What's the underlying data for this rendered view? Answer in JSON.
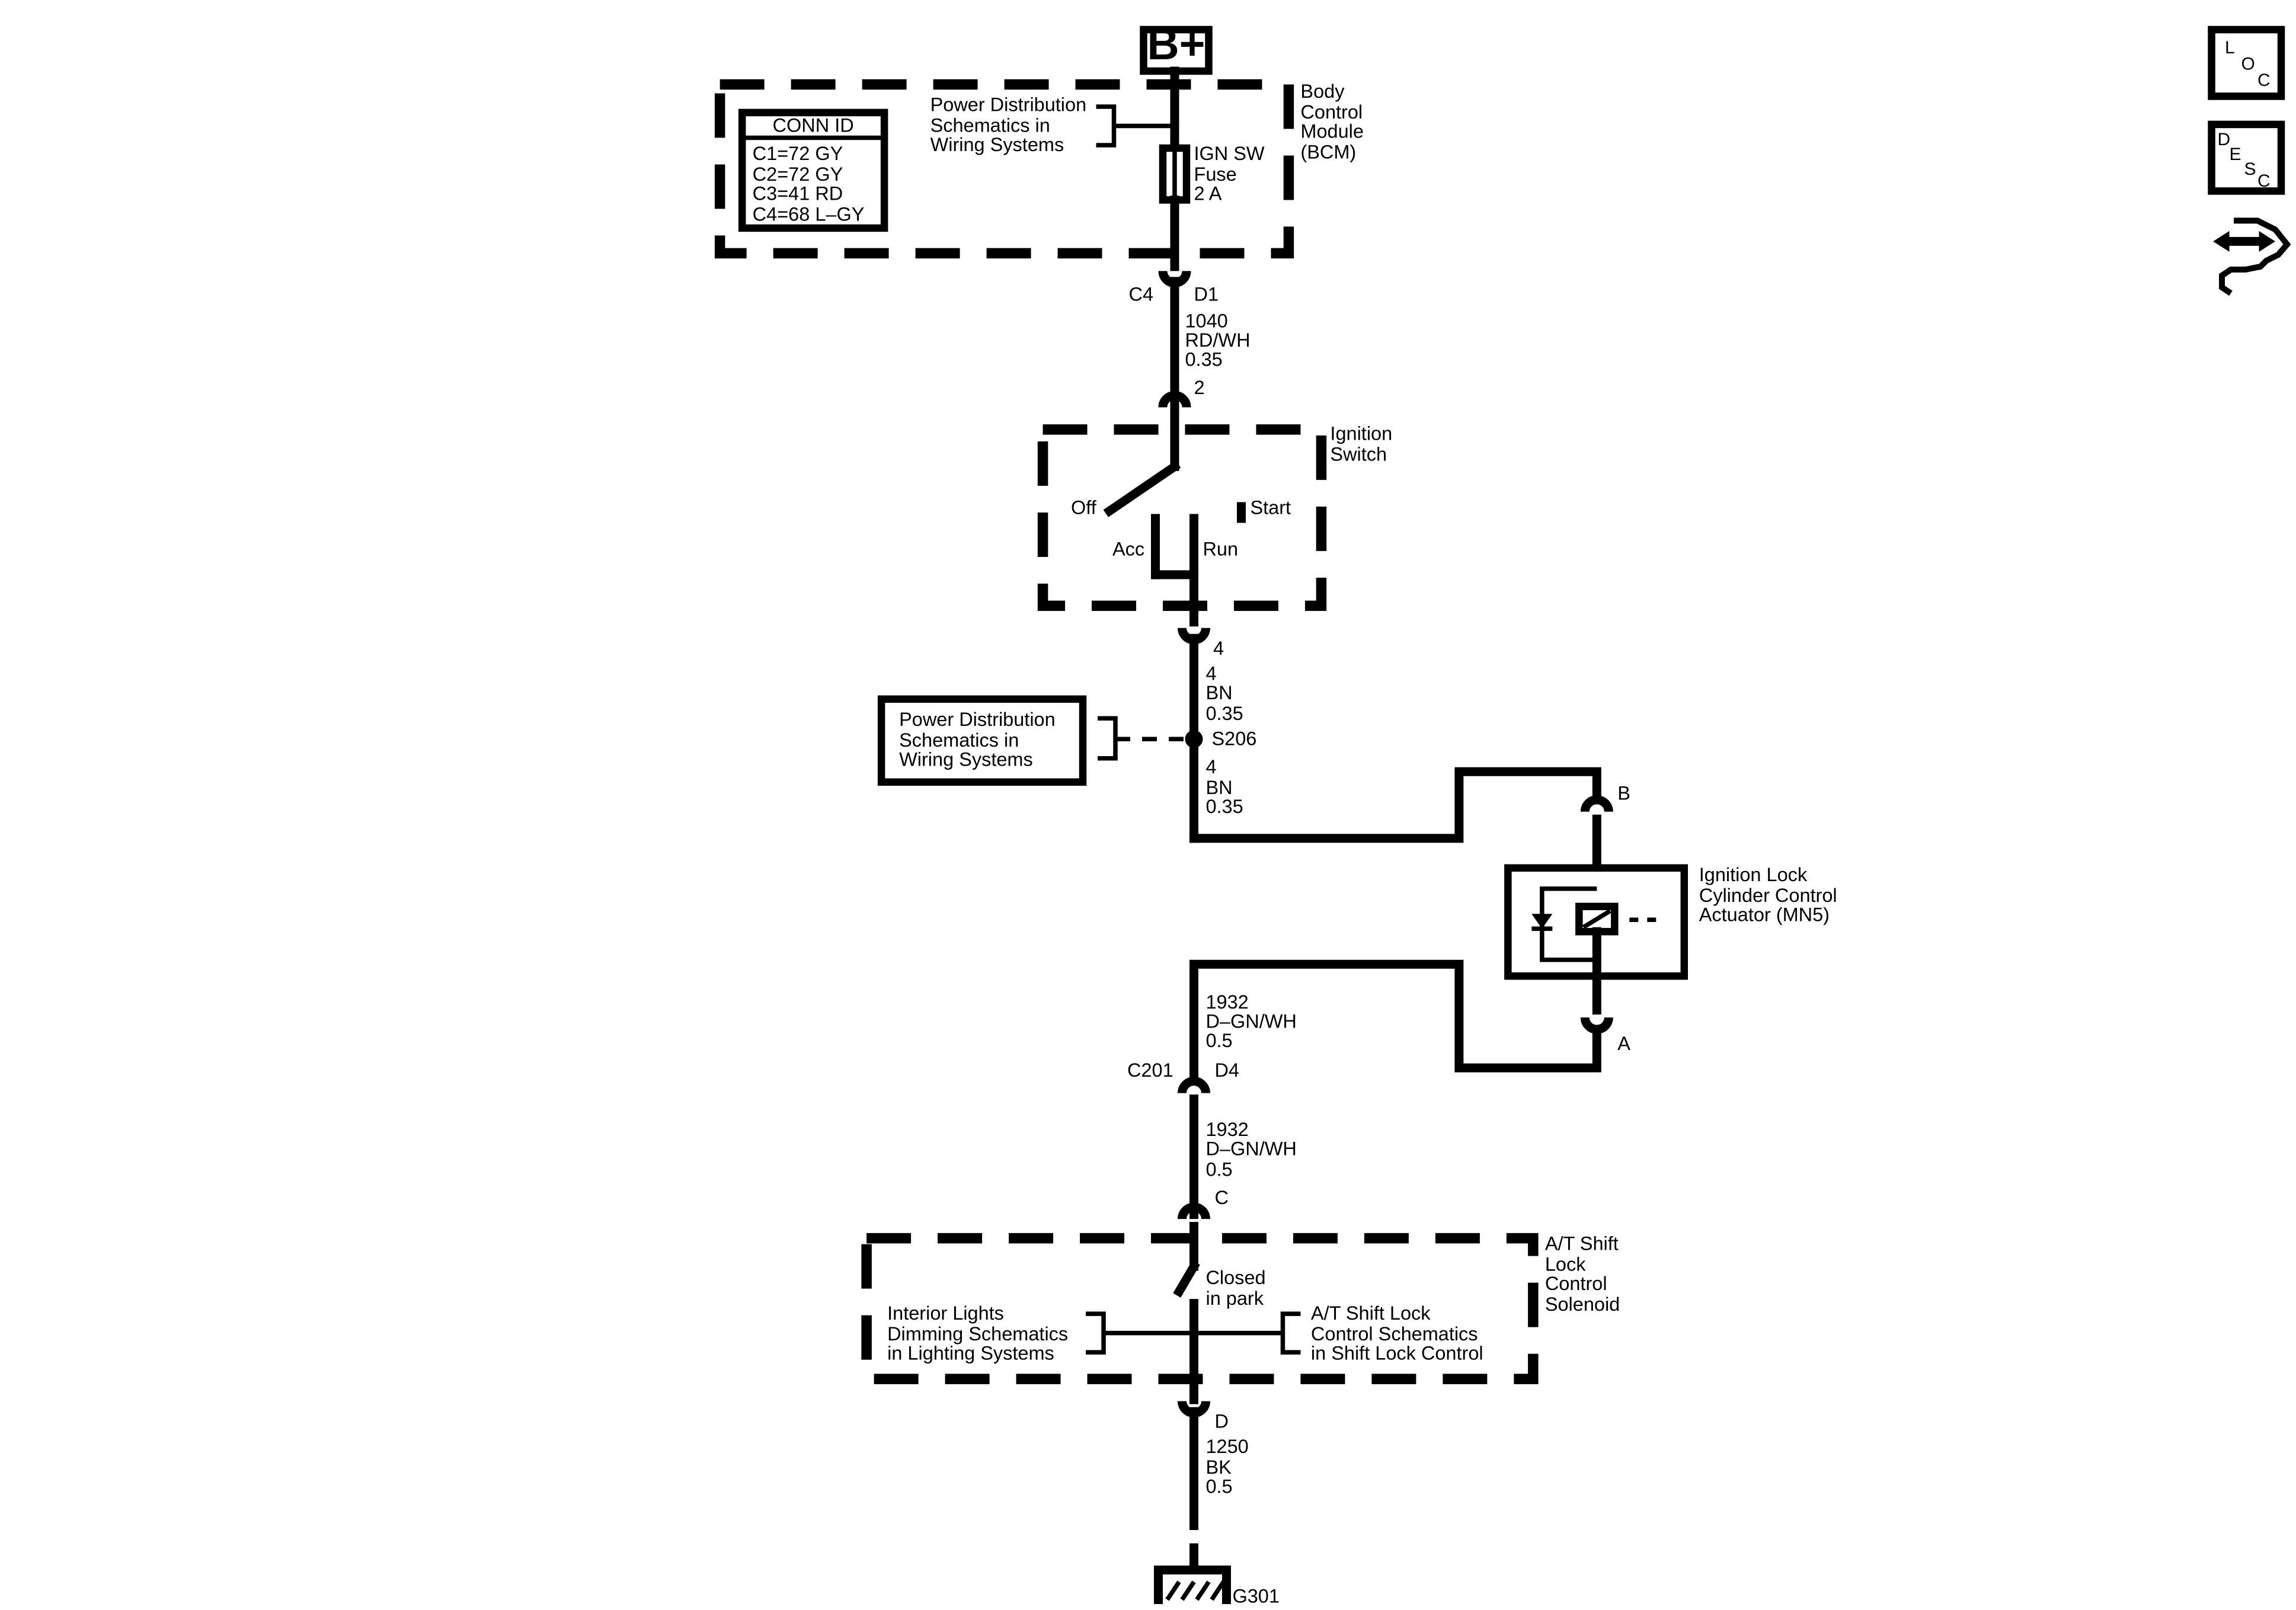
{
  "power": {
    "label": "B+"
  },
  "bcm": {
    "title_lines": [
      "Body",
      "Control",
      "Module",
      "(BCM)"
    ],
    "conn_id": {
      "header": "CONN ID",
      "rows": [
        "C1=72 GY",
        "C2=72 GY",
        "C3=41 RD",
        "C4=68 L–GY"
      ]
    },
    "ref_lines": [
      "Power Distribution",
      "Schematics in",
      "Wiring Systems"
    ],
    "fuse_lines": [
      "IGN SW",
      "Fuse",
      "2 A"
    ]
  },
  "c4": {
    "connector": "C4",
    "pin": "D1"
  },
  "wire_1040": [
    "1040",
    "RD/WH",
    "0.35"
  ],
  "ign_switch": {
    "in_pin": "2",
    "title_lines": [
      "Ignition",
      "Switch"
    ],
    "positions": {
      "off": "Off",
      "acc": "Acc",
      "run": "Run",
      "start": "Start"
    },
    "out_pin": "4"
  },
  "wire_4_top": [
    "4",
    "BN",
    "0.35"
  ],
  "splice": {
    "id": "S206",
    "ref_lines": [
      "Power Distribution",
      "Schematics in",
      "Wiring Systems"
    ]
  },
  "wire_4_bottom": [
    "4",
    "BN",
    "0.35"
  ],
  "actuator": {
    "pin_b": "B",
    "pin_a": "A",
    "title_lines": [
      "Ignition Lock",
      "Cylinder Control",
      "Actuator (MN5)"
    ]
  },
  "wire_1932_top": [
    "1932",
    "D–GN/WH",
    "0.5"
  ],
  "c201": {
    "connector": "C201",
    "pin": "D4"
  },
  "wire_1932_bottom": [
    "1932",
    "D–GN/WH",
    "0.5"
  ],
  "shift_lock": {
    "pin_c": "C",
    "pin_d": "D",
    "title_lines": [
      "A/T Shift",
      "Lock",
      "Control",
      "Solenoid"
    ],
    "switch_lines": [
      "Closed",
      "in park"
    ],
    "left_ref_lines": [
      "Interior Lights",
      "Dimming Schematics",
      "in Lighting Systems"
    ],
    "right_ref_lines": [
      "A/T Shift Lock",
      "Control Schematics",
      "in Shift Lock Control"
    ]
  },
  "wire_1250": [
    "1250",
    "BK",
    "0.5"
  ],
  "ground": {
    "id": "G301"
  },
  "side_icons": {
    "loc": {
      "letters": [
        "L",
        "O",
        "C"
      ],
      "icon": "location-icon"
    },
    "desc": {
      "letters": [
        "D",
        "E",
        "S",
        "C"
      ],
      "icon": "description-icon"
    },
    "connector": {
      "icon": "connector-end-view-icon"
    }
  }
}
